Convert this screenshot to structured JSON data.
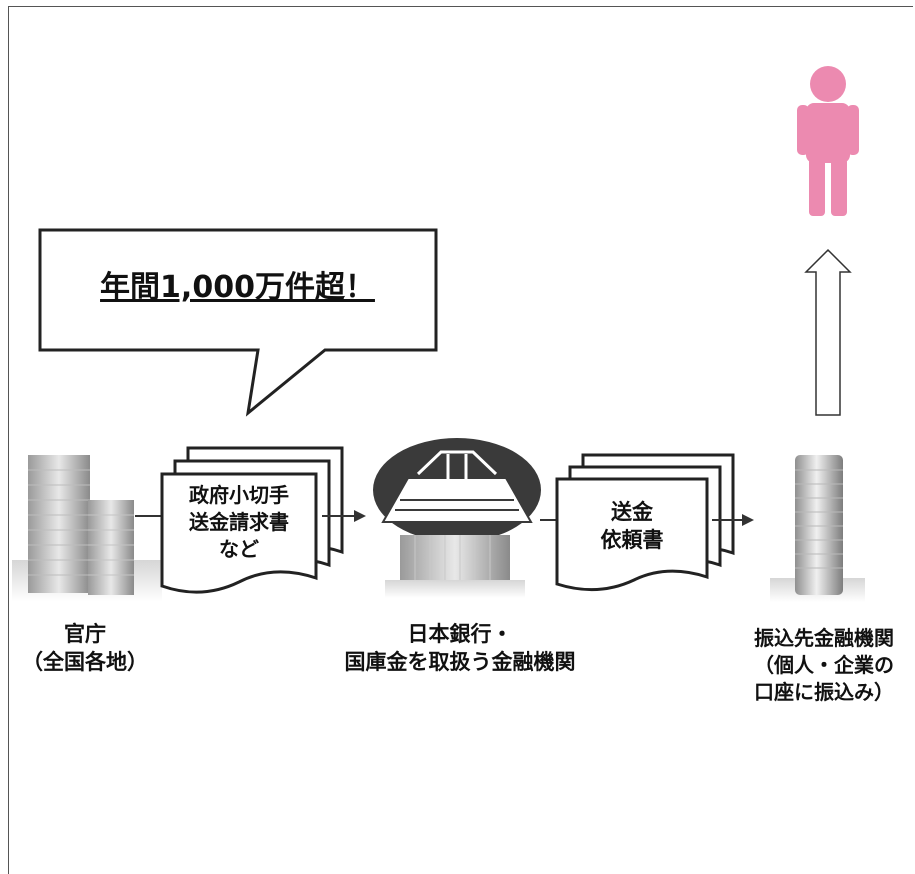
{
  "callout": {
    "text": "年間1,000万件超！"
  },
  "documents": {
    "check": {
      "lines": [
        "政府小切手",
        "送金請求書",
        "など"
      ]
    },
    "remit": {
      "lines": [
        "送金",
        "依頼書"
      ]
    }
  },
  "labels": {
    "agency": [
      "官庁",
      "（全国各地）"
    ],
    "boj": [
      "日本銀行・",
      "国庫金を取扱う金融機関"
    ],
    "bank": [
      "振込先金融機関",
      "（個人・企業の",
      "口座に振込み）"
    ]
  },
  "icons": {
    "agency": "office-buildings-icon",
    "boj": "bank-of-japan-building-icon",
    "bank": "tower-building-icon",
    "person": "person-icon"
  },
  "colors": {
    "person": "#ec8ab0",
    "line": "#333333"
  }
}
